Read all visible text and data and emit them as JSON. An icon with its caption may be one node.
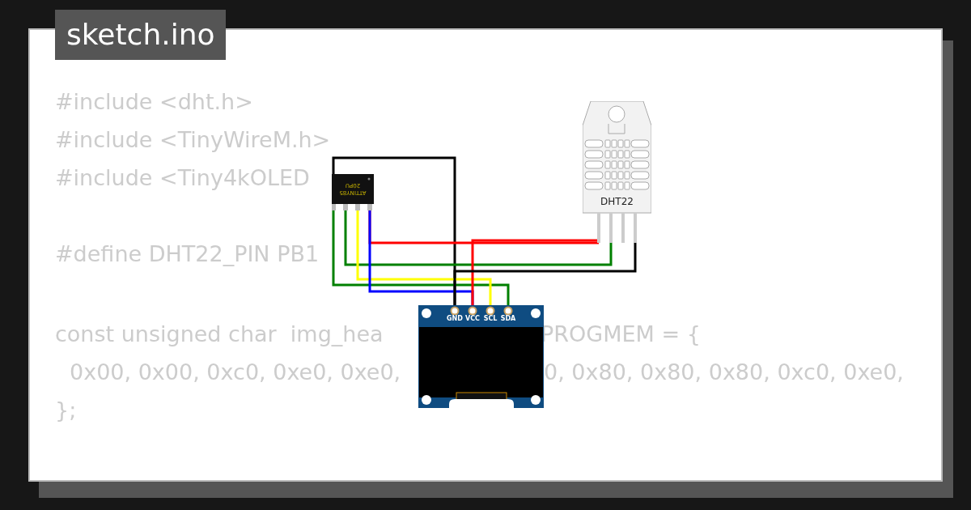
{
  "diagram": {
    "title": "sketch.ino",
    "nodes": [
      {
        "text": [
          "ATTINY85",
          "20PU"
        ]
      },
      {
        "text": [
          "DHT22"
        ]
      },
      {
        "text": [],
        "shape": "box"
      },
      {
        "text": [
          "GND"
        ],
        "in": 2
      },
      {
        "text": [
          "VCC"
        ],
        "in": 2
      },
      {
        "text": [
          "SCL"
        ],
        "in": 2
      },
      {
        "text": [
          "SDA"
        ],
        "in": 2
      }
    ],
    "edges": [
      {
        "from": 0,
        "to": 3,
        "arrow": "none",
        "color": "#000000"
      },
      {
        "from": 0,
        "to": 6,
        "arrow": "none",
        "color": "#008000"
      },
      {
        "from": 0,
        "to": 1,
        "arrow": "none",
        "color": "#008000"
      },
      {
        "from": 0,
        "to": 5,
        "arrow": "none",
        "color": "#ffff00"
      },
      {
        "from": 0,
        "to": 1,
        "arrow": "none",
        "color": "#ff0000"
      },
      {
        "from": 0,
        "to": 4,
        "arrow": "none",
        "color": "#0000ff"
      },
      {
        "from": 4,
        "to": 1,
        "arrow": "none",
        "color": "#ff0000"
      },
      {
        "from": 1,
        "to": 3,
        "arrow": "none",
        "color": "#000000"
      }
    ],
    "labels": [
      "#include <dht.h>",
      "#include <TinyWireM.h>",
      "#include <Tiny4kOLED",
      "#define DHT22_PIN PB1",
      "const unsigned char  img_hea",
      "PROGMEM = {",
      "0x00, 0x00, 0xc0, 0xe0, 0xe0,",
      "0, 0x80, 0x80, 0x80, 0xc0, 0xe0,",
      "};"
    ]
  }
}
